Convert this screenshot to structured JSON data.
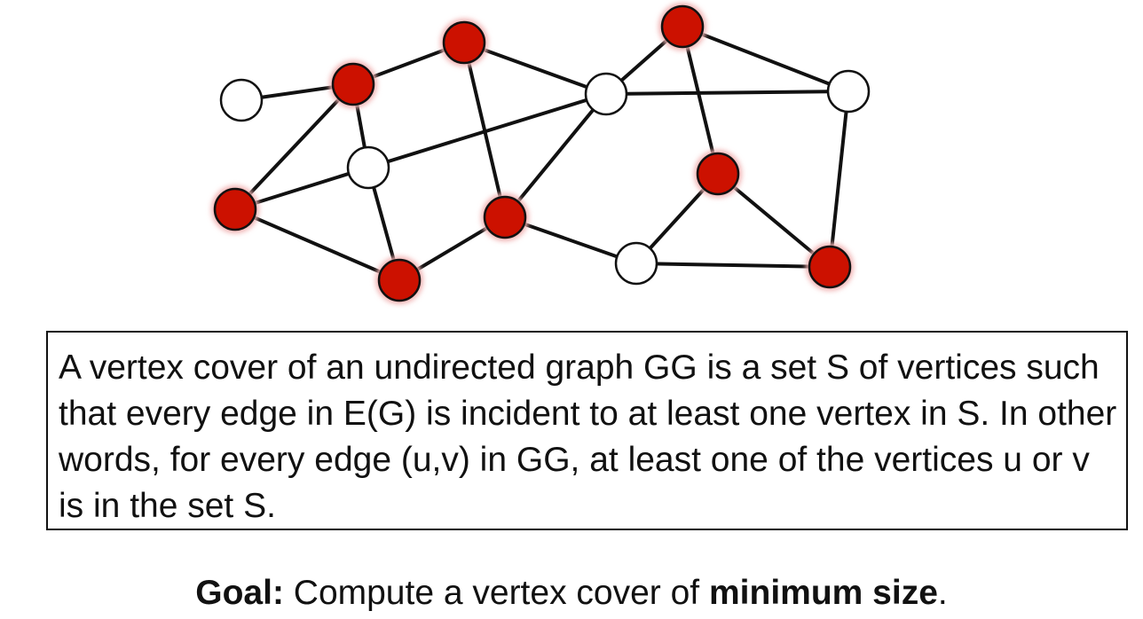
{
  "graph": {
    "colors": {
      "cover_fill": "#cc1100",
      "cover_glow": "#f2b3b3",
      "plain_fill": "#ffffff",
      "stroke": "#111111",
      "edge": "#111111"
    },
    "nodes": [
      {
        "id": "n1",
        "in_cover": false
      },
      {
        "id": "n2",
        "in_cover": true
      },
      {
        "id": "n3",
        "in_cover": true
      },
      {
        "id": "n4",
        "in_cover": false
      },
      {
        "id": "n5",
        "in_cover": true
      },
      {
        "id": "n6",
        "in_cover": true
      },
      {
        "id": "n7",
        "in_cover": true
      },
      {
        "id": "n8",
        "in_cover": false
      },
      {
        "id": "n9",
        "in_cover": true
      },
      {
        "id": "n10",
        "in_cover": false
      },
      {
        "id": "n11",
        "in_cover": true
      },
      {
        "id": "n12",
        "in_cover": false
      },
      {
        "id": "n13",
        "in_cover": true
      }
    ],
    "edges": [
      [
        "n1",
        "n2"
      ],
      [
        "n2",
        "n3"
      ],
      [
        "n2",
        "n4"
      ],
      [
        "n2",
        "n5"
      ],
      [
        "n3",
        "n8"
      ],
      [
        "n3",
        "n7"
      ],
      [
        "n5",
        "n4"
      ],
      [
        "n5",
        "n6"
      ],
      [
        "n4",
        "n6"
      ],
      [
        "n4",
        "n8"
      ],
      [
        "n6",
        "n7"
      ],
      [
        "n7",
        "n8"
      ],
      [
        "n7",
        "n12"
      ],
      [
        "n8",
        "n9"
      ],
      [
        "n8",
        "n10"
      ],
      [
        "n9",
        "n10"
      ],
      [
        "n9",
        "n11"
      ],
      [
        "n10",
        "n13"
      ],
      [
        "n11",
        "n12"
      ],
      [
        "n11",
        "n13"
      ],
      [
        "n12",
        "n13"
      ]
    ]
  },
  "definition": {
    "text": "A vertex cover of an undirected graph GG is a set S of vertices such that every edge in E(G) is incident to at least one vertex in S. In other words, for every edge (u,v) in GG, at least one of the vertices u or v is in the set S."
  },
  "goal": {
    "label": "Goal:",
    "text_before": " Compute a vertex cover of ",
    "emphasis": "minimum size",
    "text_after": "."
  }
}
